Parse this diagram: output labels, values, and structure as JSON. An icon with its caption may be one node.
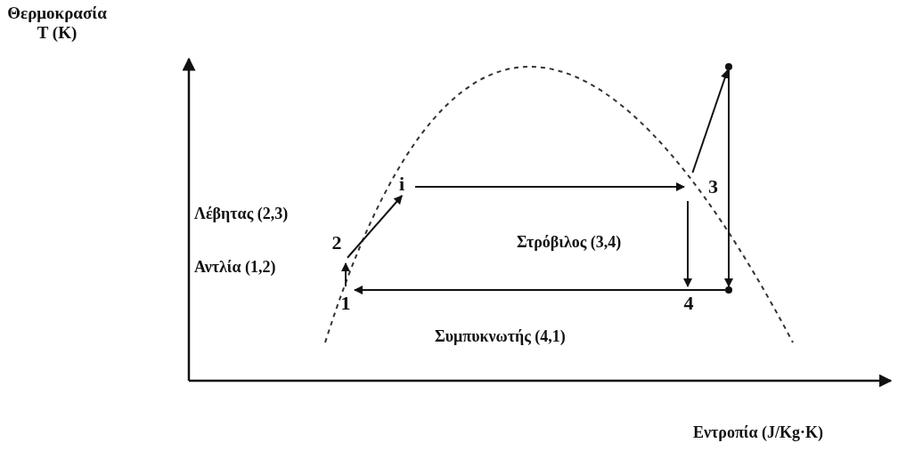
{
  "diagram": {
    "nodes": [
      {
        "text": [],
        "shape": "circle"
      },
      {
        "text": [
          "i"
        ]
      },
      {
        "text": [
          "3"
        ]
      },
      {
        "text": [
          "2"
        ]
      },
      {
        "text": [],
        "shape": "circle"
      },
      {
        "text": [
          "1"
        ]
      },
      {
        "text": [
          "4"
        ]
      }
    ],
    "edges": [
      {
        "from": 5,
        "to": 3,
        "arrow": "to"
      },
      {
        "from": 3,
        "to": 1,
        "arrow": "to"
      },
      {
        "from": 1,
        "to": 2,
        "arrow": "to"
      },
      {
        "from": 2,
        "to": 0,
        "arrow": "to"
      },
      {
        "from": 0,
        "to": 4,
        "arrow": "to"
      },
      {
        "from": 2,
        "to": 6,
        "arrow": "to"
      },
      {
        "from": 4,
        "to": 5,
        "arrow": "to"
      }
    ],
    "labels": [
      "Θερμοκρασία T (K)",
      "Λέβητας (2,3)",
      "Στρόβιλος (3,4)",
      "Αντλία (1,2)",
      "Συμπυκνωτής (4,1)",
      "Εντροπία (J/Kg·K)"
    ]
  }
}
